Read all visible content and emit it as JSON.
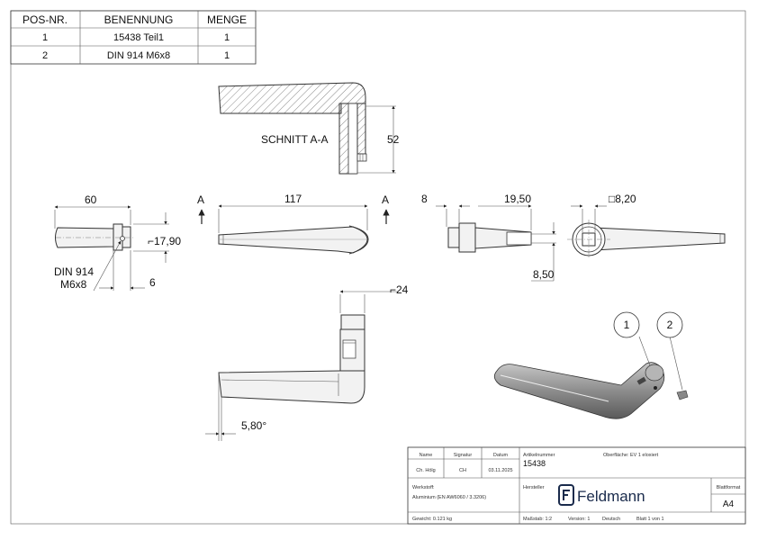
{
  "parts_table": {
    "headers": [
      "POS-NR.",
      "BENENNUNG",
      "MENGE"
    ],
    "rows": [
      [
        "1",
        "15438 Teil1",
        "1"
      ],
      [
        "2",
        "DIN 914 M6x8",
        "1"
      ]
    ]
  },
  "views": {
    "section_label": "SCHNITT A-A",
    "section_mark": "A",
    "dims": {
      "height_52": "52",
      "len_60": "60",
      "len_117": "117",
      "dia_1790": "⌐17,90",
      "len_6": "6",
      "len_8": "8",
      "len_1950": "19,50",
      "sq_820": "□8,20",
      "len_850": "8,50",
      "dia_24": "⌐24",
      "angle_580": "5,80°"
    },
    "callout_screw": [
      "DIN 914",
      "M6x8"
    ],
    "balloons": [
      "1",
      "2"
    ]
  },
  "title_block": {
    "name_label": "Name",
    "signatur_label": "Signatur",
    "datum_label": "Datum",
    "name": "Ch. Hölg",
    "signatur": "CH",
    "datum": "03.11.2025",
    "artikelnummer_label": "Artikelnummer",
    "artikelnummer": "15438",
    "oberflaeche": "Oberfläche:  EV 1 eloxiert",
    "werkstoff_label": "Werkstoff:",
    "werkstoff": "Aluminium (EN AW6060 / 3.3206)",
    "hersteller_label": "Hersteller",
    "logo_text": "Feldmann",
    "blattformat_label": "Blattformat",
    "blattformat": "A4",
    "gewicht": "Gewicht: 0.121 kg",
    "massstab": "Maßstab: 1:2",
    "version": "Version: 1",
    "sprache": "Deutsch",
    "blatt": "Blatt 1 von 1"
  }
}
